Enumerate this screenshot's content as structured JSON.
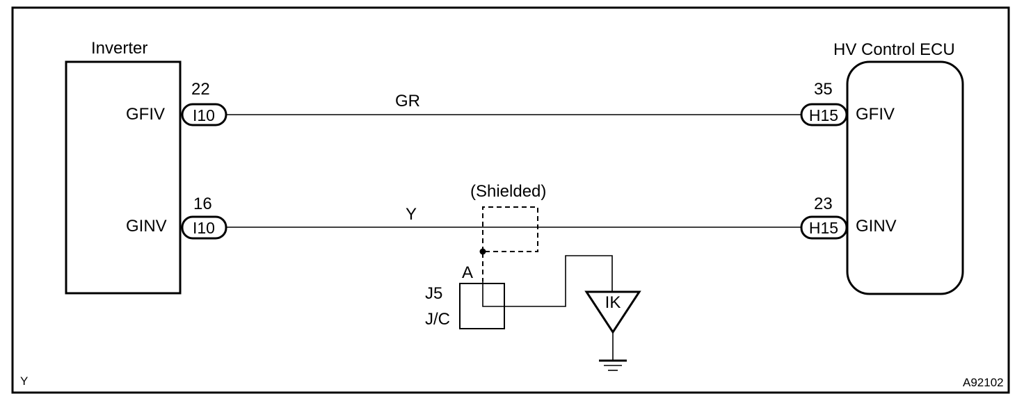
{
  "inverter": {
    "title": "Inverter",
    "pin_gfiv_label": "GFIV",
    "pin_ginv_label": "GINV"
  },
  "ecu": {
    "title": "HV Control ECU",
    "pin_gfiv_label": "GFIV",
    "pin_ginv_label": "GINV"
  },
  "wires": {
    "gfiv": {
      "color_code": "GR",
      "left_pin": "22",
      "left_connector": "I10",
      "right_pin": "35",
      "right_connector": "H15"
    },
    "ginv": {
      "color_code": "Y",
      "left_pin": "16",
      "left_connector": "I10",
      "right_pin": "23",
      "right_connector": "H15"
    }
  },
  "shield": {
    "label": "(Shielded)",
    "pin": "A",
    "junction_id": "J5",
    "junction_type": "J/C"
  },
  "ground": {
    "label": "IK"
  },
  "footer": {
    "left_code": "Y",
    "figure_id": "A92102"
  }
}
